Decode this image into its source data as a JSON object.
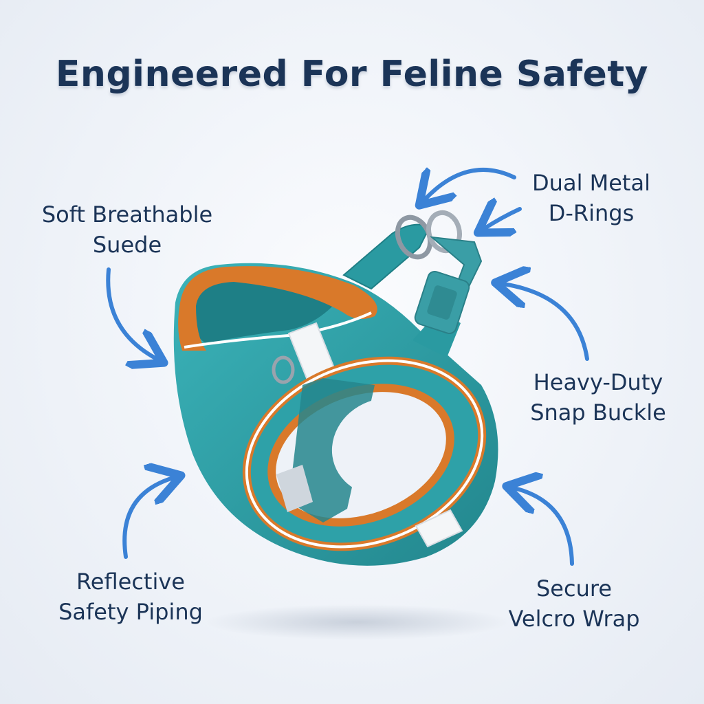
{
  "title": "Engineered For Feline Safety",
  "labels": {
    "suede": {
      "line1": "Soft Breathable",
      "line2": "Suede"
    },
    "drings": {
      "line1": "Dual Metal",
      "line2": "D-Rings"
    },
    "buckle": {
      "line1": "Heavy-Duty",
      "line2": "Snap Buckle"
    },
    "reflect": {
      "line1": "Reflective",
      "line2": "Safety Piping"
    },
    "velcro": {
      "line1": "Secure",
      "line2": "Velcro Wrap"
    }
  },
  "colors": {
    "title": "#1b3457",
    "arrow": "#3b82d6",
    "harness_teal": "#2ea1a8",
    "trim_orange": "#d9792a",
    "piping_white": "#ffffff",
    "buckle_teal": "#3a9ea6"
  },
  "icons": [
    "arrow-icon",
    "harness-illustration",
    "d-ring-icon",
    "snap-buckle-icon"
  ]
}
